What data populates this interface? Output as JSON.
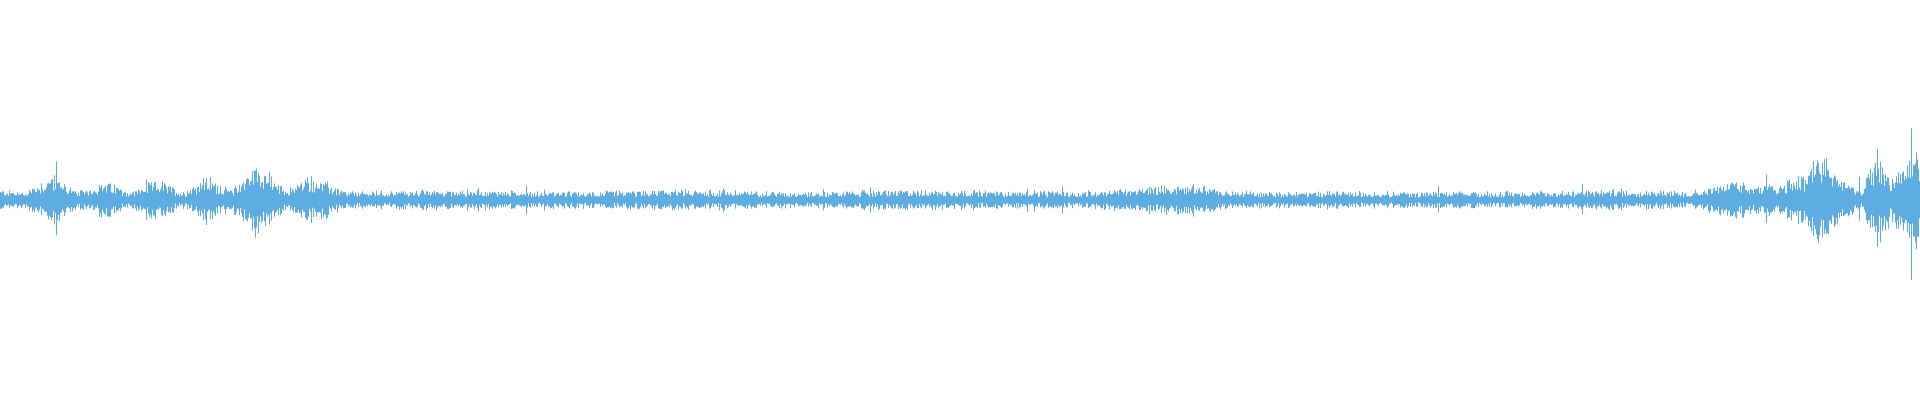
{
  "waveform": {
    "color": "#5dade2",
    "background": "#ffffff",
    "baseline_amplitude": 0.035,
    "envelope": [
      {
        "t": 0.0,
        "a": 0.05
      },
      {
        "t": 0.012,
        "a": 0.04
      },
      {
        "t": 0.028,
        "a": 0.13
      },
      {
        "t": 0.04,
        "a": 0.04
      },
      {
        "t": 0.055,
        "a": 0.09
      },
      {
        "t": 0.068,
        "a": 0.04
      },
      {
        "t": 0.082,
        "a": 0.1
      },
      {
        "t": 0.095,
        "a": 0.04
      },
      {
        "t": 0.107,
        "a": 0.12
      },
      {
        "t": 0.12,
        "a": 0.05
      },
      {
        "t": 0.134,
        "a": 0.19
      },
      {
        "t": 0.148,
        "a": 0.05
      },
      {
        "t": 0.162,
        "a": 0.12
      },
      {
        "t": 0.18,
        "a": 0.04
      },
      {
        "t": 0.23,
        "a": 0.05
      },
      {
        "t": 0.3,
        "a": 0.04
      },
      {
        "t": 0.35,
        "a": 0.05
      },
      {
        "t": 0.42,
        "a": 0.04
      },
      {
        "t": 0.48,
        "a": 0.05
      },
      {
        "t": 0.56,
        "a": 0.04
      },
      {
        "t": 0.622,
        "a": 0.08
      },
      {
        "t": 0.64,
        "a": 0.04
      },
      {
        "t": 0.7,
        "a": 0.04
      },
      {
        "t": 0.78,
        "a": 0.04
      },
      {
        "t": 0.85,
        "a": 0.05
      },
      {
        "t": 0.88,
        "a": 0.04
      },
      {
        "t": 0.9,
        "a": 0.09
      },
      {
        "t": 0.925,
        "a": 0.07
      },
      {
        "t": 0.94,
        "a": 0.14
      },
      {
        "t": 0.95,
        "a": 0.22
      },
      {
        "t": 0.958,
        "a": 0.12
      },
      {
        "t": 0.97,
        "a": 0.05
      },
      {
        "t": 0.978,
        "a": 0.26
      },
      {
        "t": 0.984,
        "a": 0.1
      },
      {
        "t": 0.992,
        "a": 0.18
      },
      {
        "t": 0.998,
        "a": 0.3
      },
      {
        "t": 1.0,
        "a": 0.2
      }
    ]
  }
}
